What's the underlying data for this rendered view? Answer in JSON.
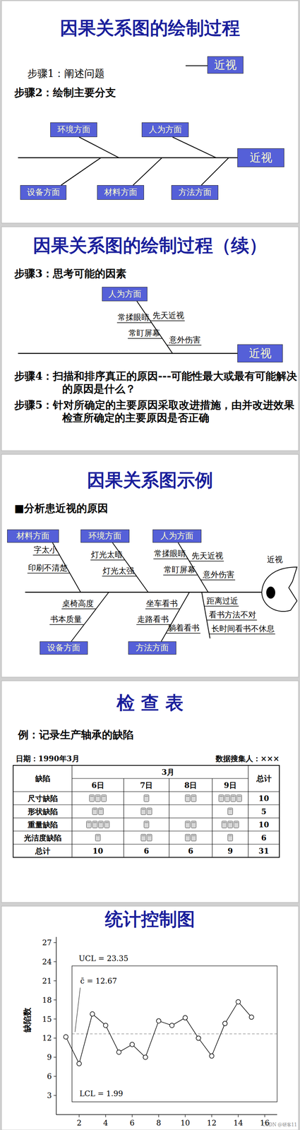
{
  "diagram": {
    "nodes": [
      {
        "text": [
          "近视"
        ]
      },
      {
        "text": [
          "环境方面"
        ]
      },
      {
        "text": [
          "人为方面"
        ]
      },
      {
        "text": [
          "设备方面"
        ]
      },
      {
        "text": [
          "材料方面"
        ]
      },
      {
        "text": [
          "方法方面"
        ]
      },
      {
        "text": [
          "近视"
        ]
      },
      {
        "text": [
          "人为方面"
        ]
      },
      {
        "text": [
          "近视"
        ]
      },
      {
        "text": [
          "材料方面"
        ]
      },
      {
        "text": [
          "环境方面"
        ]
      },
      {
        "text": [
          "人为方面"
        ]
      },
      {
        "text": [
          "设备方面"
        ]
      },
      {
        "text": [
          "方法方面"
        ]
      }
    ],
    "edges": [
      {
        "from": 1,
        "to": 6,
        "arrow": "none"
      },
      {
        "from": 2,
        "to": 6,
        "arrow": "none"
      },
      {
        "from": 3,
        "to": 6,
        "arrow": "none"
      },
      {
        "from": 4,
        "to": 6,
        "arrow": "none"
      },
      {
        "from": 5,
        "to": 6,
        "arrow": "none"
      },
      {
        "from": 7,
        "to": 8,
        "arrow": "none"
      }
    ],
    "labels": [
      "因果关系图的绘制过程",
      "步骤1：阐述问题",
      "步骤2：绘制主要分支",
      "因果关系图的绘制过程（续）",
      "步骤3：思考可能的因素",
      "常揉眼睛",
      "先天近视",
      "常盯屏幕",
      "意外伤害",
      "步骤4：扫描和排序真正的原因---可能性最大或最有可能解决的原因是什么？",
      "步骤5：针对所确定的主要原因采取改进措施，由并改进效果检查所确定的主要原因是否正确",
      "因果关系图示例",
      "■分析患近视的原因",
      "字太小",
      "印刷不清楚",
      "灯光太暗",
      "灯光太强",
      "常揉眼睛",
      "先天近视",
      "常盯屏幕",
      "意外伤害",
      "近视",
      "桌椅高度",
      "书本质量",
      "坐车看书",
      "走路看书",
      "距离过近",
      "躺着看书",
      "看书方法不对",
      "长时间看书不休息",
      "检 查 表",
      "例：记录生产轴承的缺陷",
      "日期：1990年3月",
      "数据搜集人：×××",
      "缺陷",
      "3月",
      "总计",
      "6日",
      "7日",
      "8日",
      "9日",
      "尺寸缺陷",
      "10",
      "形状缺陷",
      "5",
      "重量缺陷",
      "10",
      "光洁度缺陷",
      "6",
      "总计",
      "10",
      "6",
      "6",
      "9",
      "31",
      "统计控制图",
      "UCL = 23.35",
      "c̄ = 12.67",
      "LCL = 1.99",
      "27",
      "24",
      "21",
      "18",
      "15",
      "12",
      "9",
      "6",
      "3",
      "缺陷数",
      "2",
      "4",
      "6",
      "8",
      "10",
      "12",
      "14",
      "16",
      "CSDN @研客11"
    ]
  }
}
